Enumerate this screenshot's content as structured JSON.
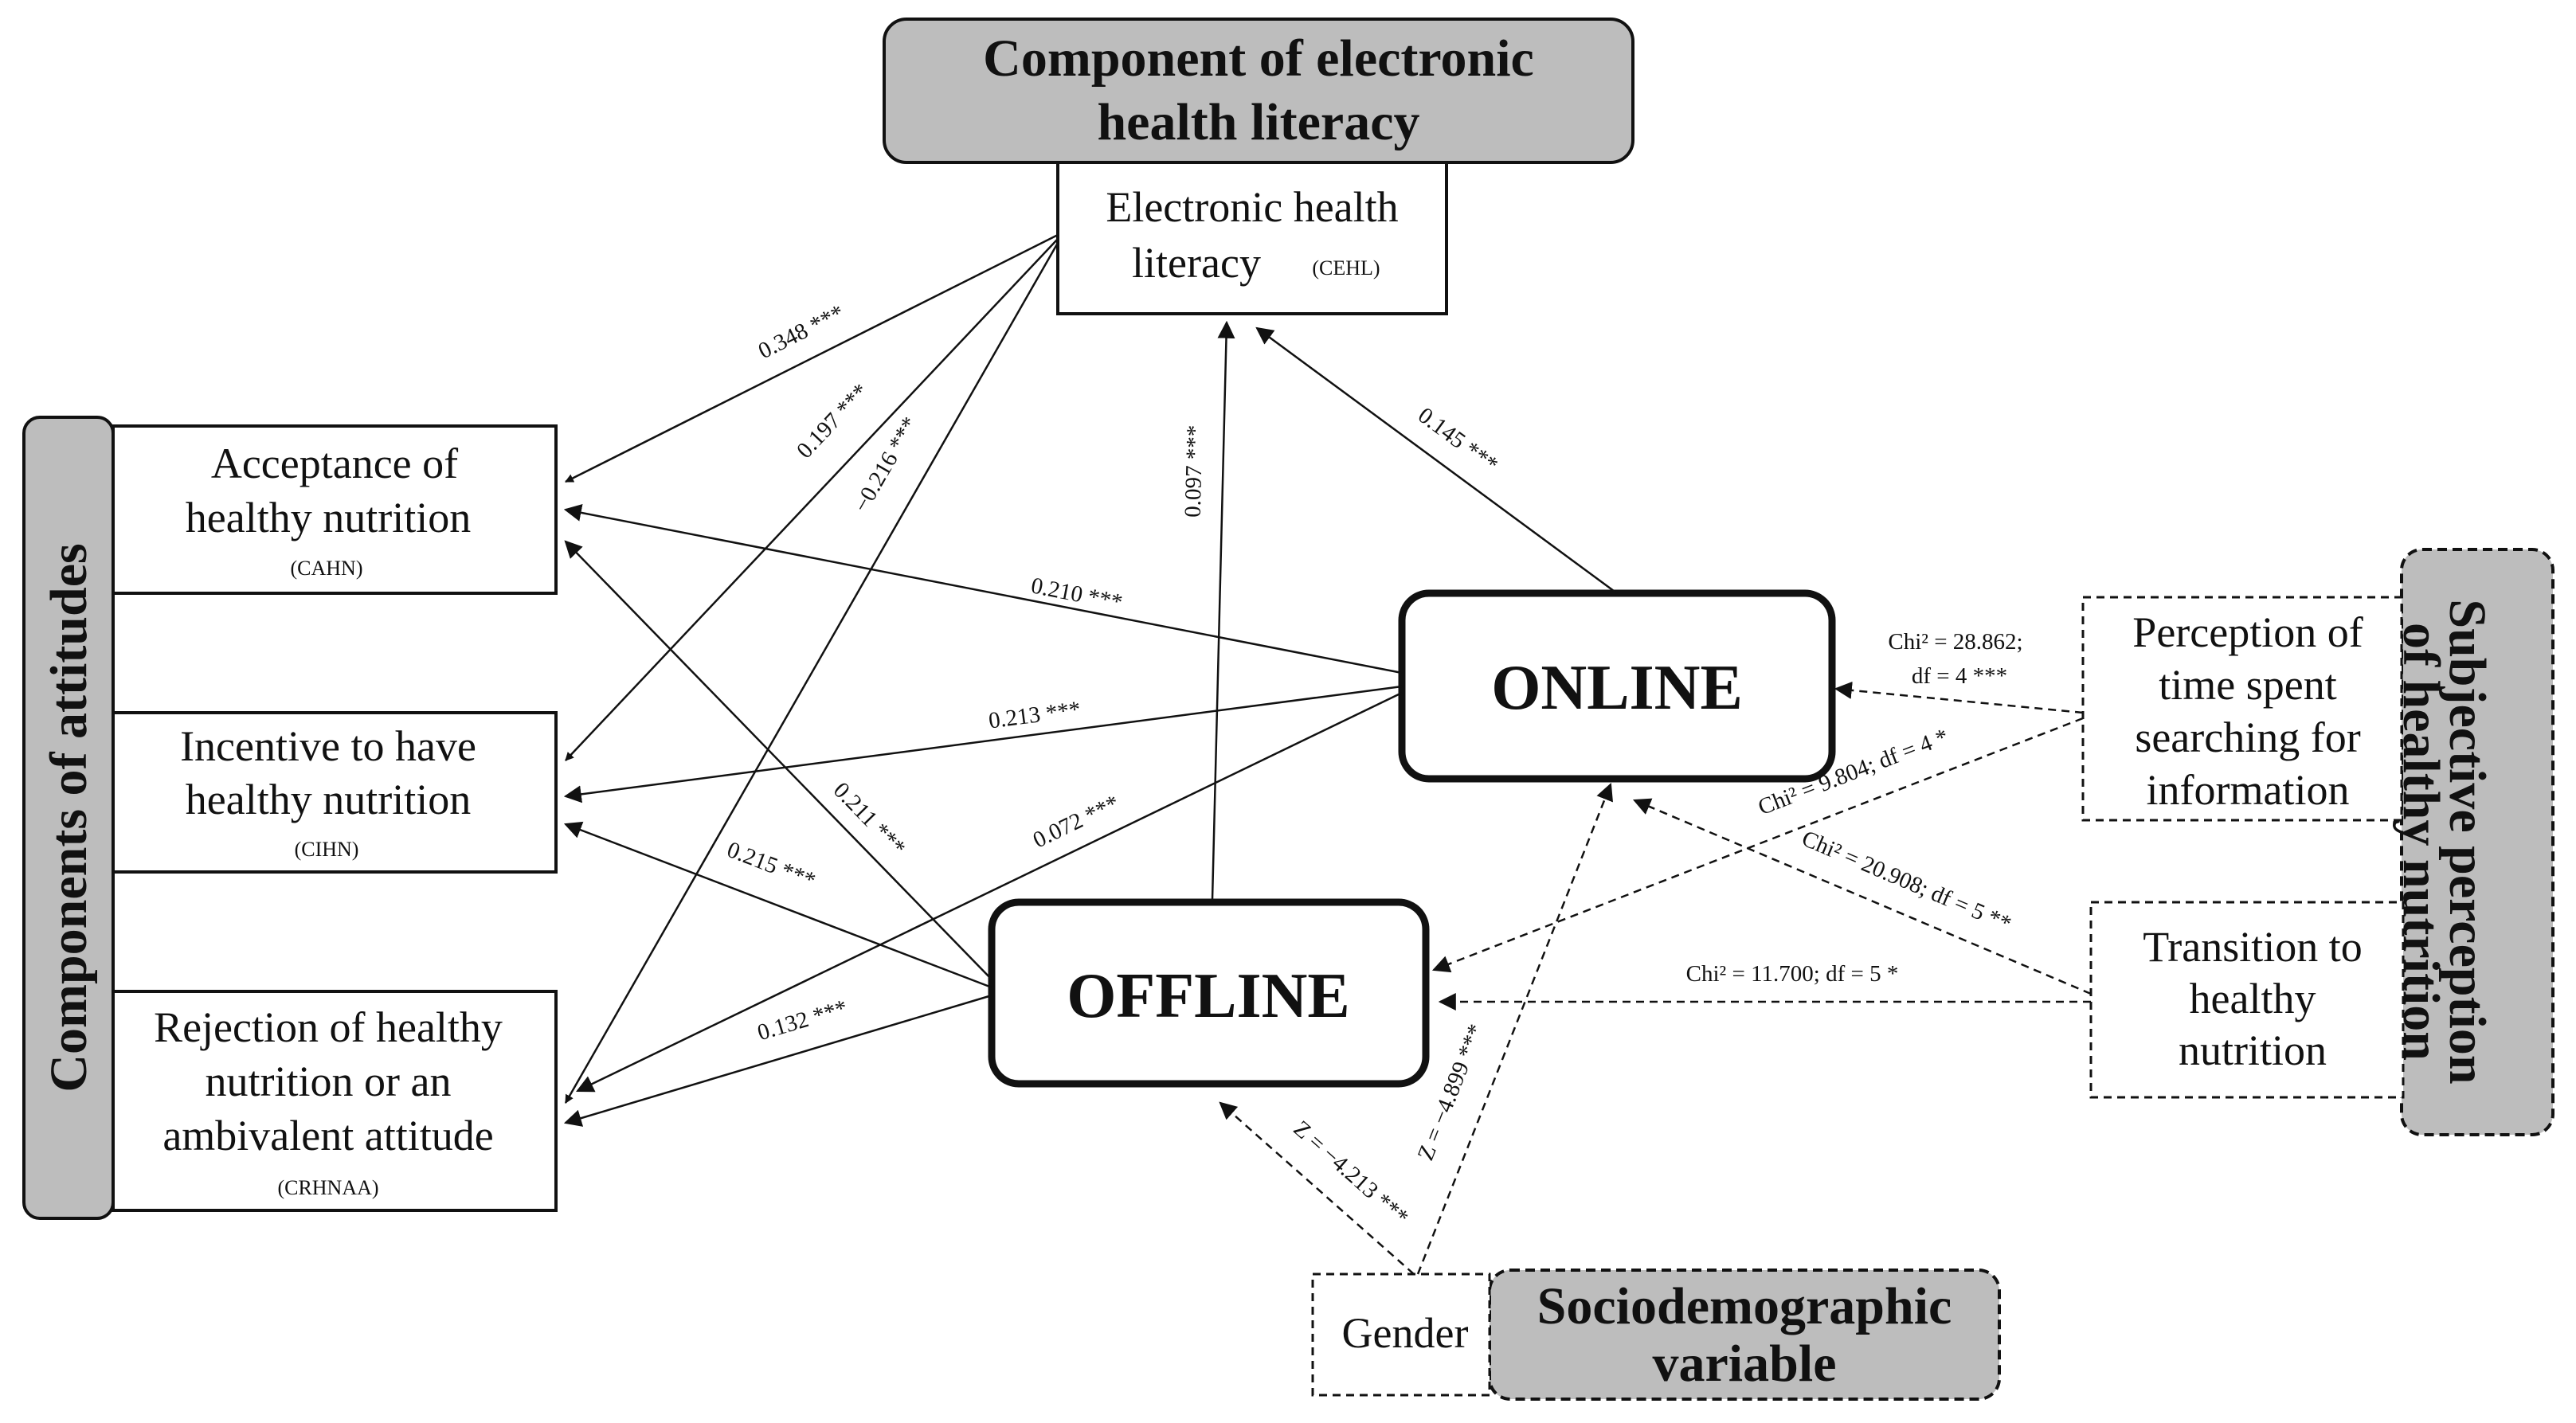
{
  "headers": {
    "ehl_line1": "Component of electronic",
    "ehl_line2": "health literacy",
    "attitudes": "Components of attitudes",
    "subjective_line1": "Subjective perception",
    "subjective_line2": "of healthy nutrition",
    "socio_line1": "Sociodemographic",
    "socio_line2": "variable"
  },
  "nodes": {
    "ehl": {
      "line1": "Electronic health",
      "line2": "literacy",
      "sub": "(CEHL)"
    },
    "ahn": {
      "line1": "Acceptance of",
      "line2": "healthy nutrition",
      "sub": "(CAHN)"
    },
    "ihn": {
      "line1": "Incentive to have",
      "line2": "healthy nutrition",
      "sub": "(CIHN)"
    },
    "rhn": {
      "line1": "Rejection of healthy",
      "line2": "nutrition or an",
      "line3": "ambivalent attitude",
      "sub": "(CRHNAA)"
    },
    "online": {
      "label": "ONLINE"
    },
    "offline": {
      "label": "OFFLINE"
    },
    "perception": {
      "line1": "Perception of",
      "line2": "time spent",
      "line3": "searching for",
      "line4": "information"
    },
    "transition": {
      "line1": "Transition to",
      "line2": "healthy",
      "line3": "nutrition"
    },
    "gender": {
      "label": "Gender"
    }
  },
  "edges": {
    "ehl_ahn": "0.348 ***",
    "ehl_ihn": "0.197 ***",
    "ehl_rhn": "−0.216 ***",
    "offline_ehl": "0.097 ***",
    "online_ehl": "0.145 ***",
    "online_ahn": "0.210 ***",
    "online_ihn": "0.213 ***",
    "online_rhn": "0.072 ***",
    "offline_ahn": "0.211 ***",
    "offline_ihn": "0.215 ***",
    "offline_rhn": "0.132 ***",
    "perception_online_1": "Chi² = 28.862;",
    "perception_online_2": "df = 4 ***",
    "perception_offline": "Chi² = 9.804; df = 4 *",
    "transition_online": "Chi² = 20.908; df = 5 **",
    "transition_offline": "Chi² = 11.700; df = 5 *",
    "gender_offline": "Z = −4.213 ***",
    "gender_online": "Z = −4.899 ***"
  }
}
